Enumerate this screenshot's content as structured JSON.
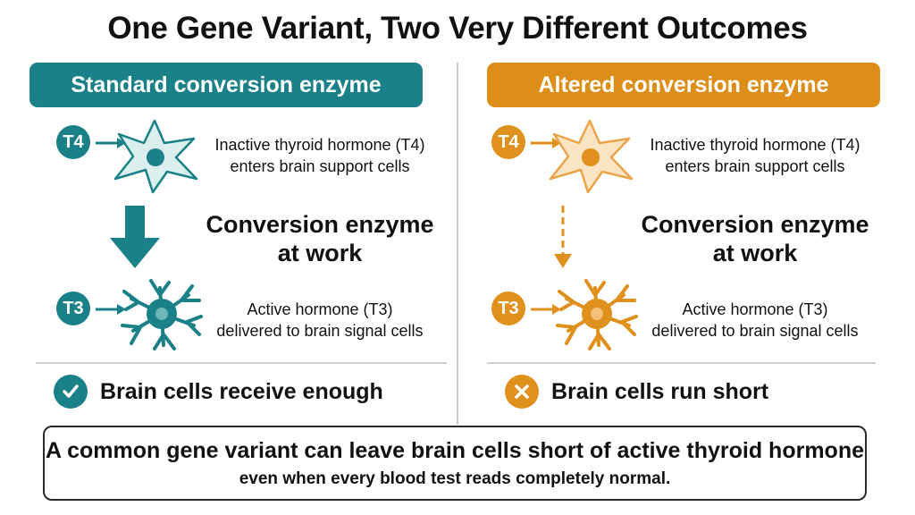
{
  "title": "One Gene Variant, Two Very Different Outcomes",
  "panels": {
    "standard": {
      "header": "Standard conversion enzyme",
      "t4_label": "T4",
      "t4_desc_line1": "Inactive thyroid hormone (T4)",
      "t4_desc_line2": "enters brain support cells",
      "enzyme_line1": "Conversion enzyme",
      "enzyme_line2": "at work",
      "t3_label": "T3",
      "t3_desc_line1": "Active hormone (T3)",
      "t3_desc_line2": "delivered to brain signal cells",
      "outcome": "Brain cells receive enough",
      "outcome_icon": "check-icon",
      "color": "#1a8188"
    },
    "altered": {
      "header": "Altered conversion enzyme",
      "t4_label": "T4",
      "t4_desc_line1": "Inactive thyroid hormone (T4)",
      "t4_desc_line2": "enters brain support cells",
      "enzyme_line1": "Conversion enzyme",
      "enzyme_line2": "at work",
      "t3_label": "T3",
      "t3_desc_line1": "Active hormone (T3)",
      "t3_desc_line2": "delivered to brain signal cells",
      "outcome": "Brain cells run short",
      "outcome_icon": "x-icon",
      "color": "#dd8e18"
    }
  },
  "footer": {
    "line1": "A common gene variant can leave brain cells short of active thyroid hormone",
    "line2": "even when every blood test reads completely normal."
  }
}
